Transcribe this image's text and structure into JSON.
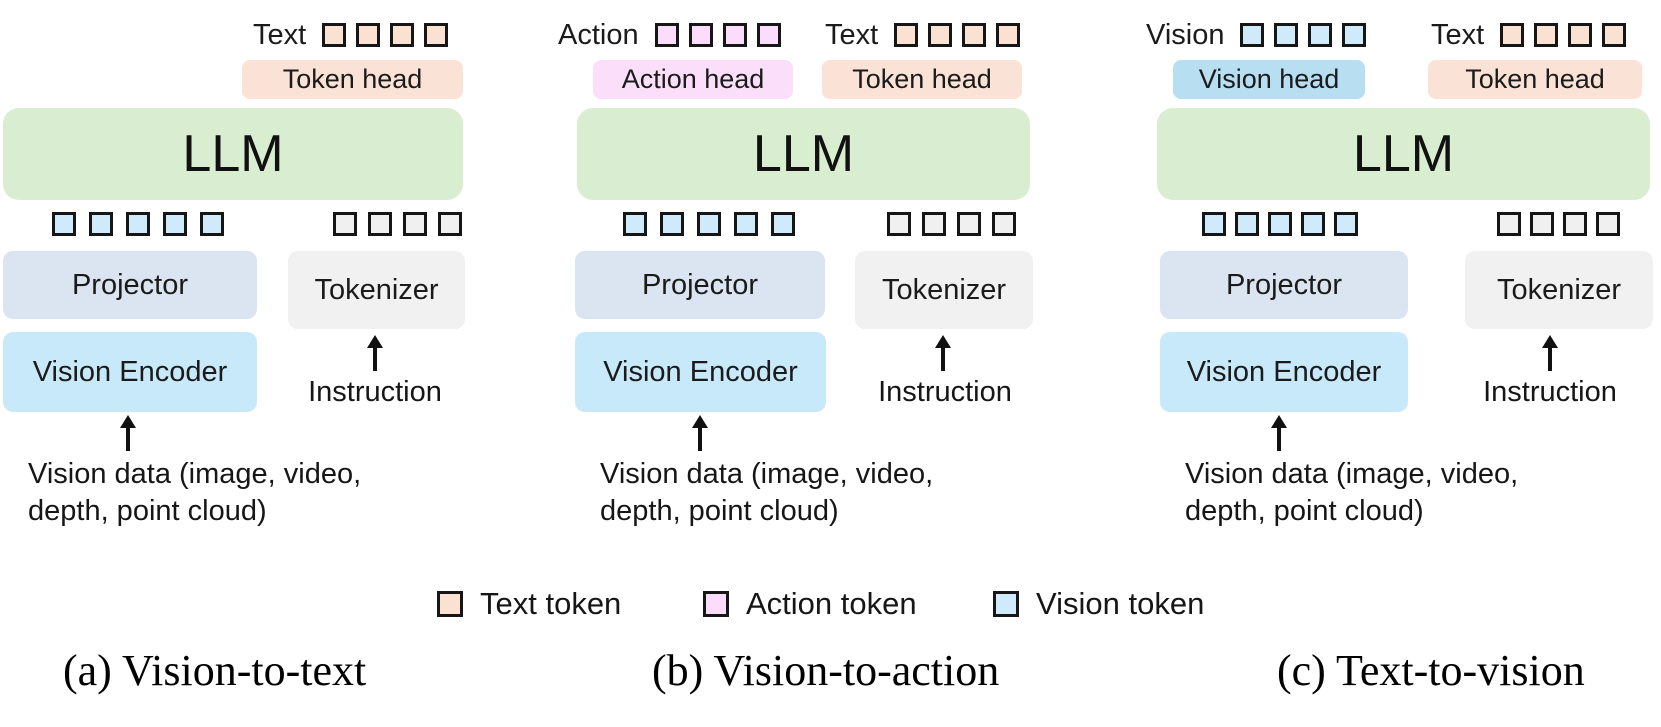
{
  "colors": {
    "text_token": "#fae1d2",
    "action_token": "#fbdcfa",
    "vision_token": "#cfebfb",
    "instruction_token": "#f0f0f0",
    "token_head_bg": "#fae3d6",
    "action_head_bg": "#fbdffa",
    "vision_head_bg": "#b8def2",
    "llm_bg": "#d9eed1",
    "projector_bg": "#dbe5f1",
    "tokenizer_bg": "#f1f1f2",
    "vision_encoder_bg": "#c8e9fa"
  },
  "columns": [
    {
      "caption": "(a) Vision-to-text",
      "llm": "LLM",
      "projector": "Projector",
      "tokenizer": "Tokenizer",
      "vision_encoder": "Vision Encoder",
      "instruction": "Instruction",
      "vision_data": "Vision data (image, video, depth, point cloud)",
      "outputs": [
        {
          "label": "Text",
          "head": "Token head"
        }
      ]
    },
    {
      "caption": "(b) Vision-to-action",
      "llm": "LLM",
      "projector": "Projector",
      "tokenizer": "Tokenizer",
      "vision_encoder": "Vision Encoder",
      "instruction": "Instruction",
      "vision_data": "Vision data (image, video, depth, point cloud)",
      "outputs": [
        {
          "label": "Action",
          "head": "Action head"
        },
        {
          "label": "Text",
          "head": "Token head"
        }
      ]
    },
    {
      "caption": "(c) Text-to-vision",
      "llm": "LLM",
      "projector": "Projector",
      "tokenizer": "Tokenizer",
      "vision_encoder": "Vision Encoder",
      "instruction": "Instruction",
      "vision_data": "Vision data (image, video, depth, point cloud)",
      "outputs": [
        {
          "label": "Vision",
          "head": "Vision head"
        },
        {
          "label": "Text",
          "head": "Token head"
        }
      ]
    }
  ],
  "legend": [
    {
      "label": "Text token"
    },
    {
      "label": "Action token"
    },
    {
      "label": "Vision token"
    }
  ]
}
